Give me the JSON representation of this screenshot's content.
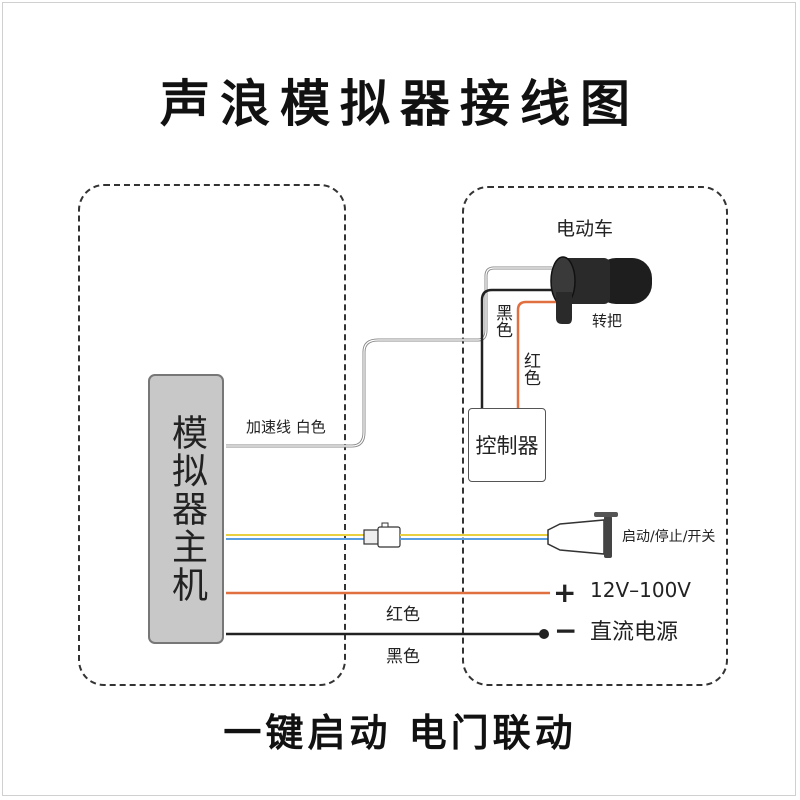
{
  "title": "声浪模拟器接线图",
  "footer": "一键启动 电门联动",
  "host_label": "模拟器主机",
  "controller_label": "控制器",
  "vehicle_label": "电动车",
  "throttle_label": "转把",
  "wire_labels": {
    "accel": "加速线 白色",
    "black_ctrl": "黑色",
    "red_ctrl": "红色",
    "red_power": "红色",
    "black_power": "黑色"
  },
  "switch_label": "启动/停止/开关",
  "power": {
    "plus": "+",
    "minus": "−",
    "voltage": "12V–100V",
    "type": "直流电源"
  },
  "colors": {
    "red_wire": "#e07040",
    "black_wire": "#222222",
    "white_wire": "#bbbbbb",
    "yellow_wire": "#e8d040",
    "blue_wire": "#5aa0e0",
    "host_fill": "#c8c8c8"
  }
}
